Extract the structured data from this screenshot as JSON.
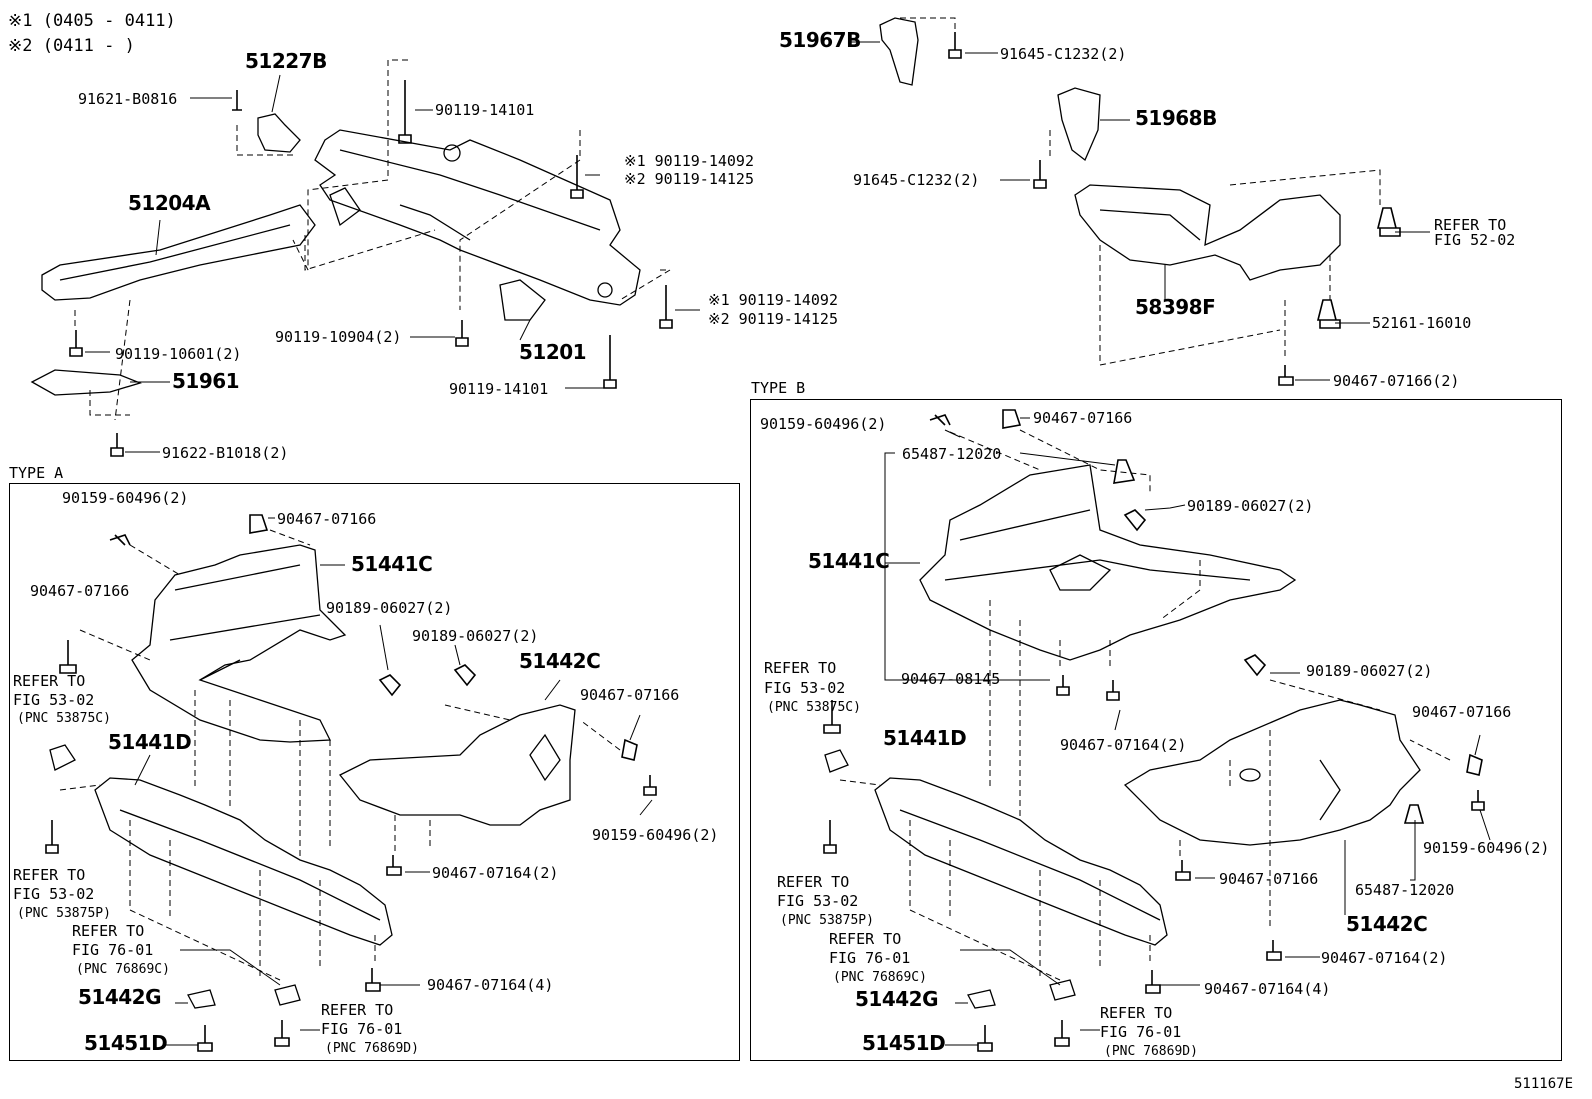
{
  "legend": {
    "n1": "※1  (0405 - 0411)",
    "n2": "※2  (0411 -     )"
  },
  "top_left": {
    "p51227B": "51227B",
    "p91621": "91621-B0816",
    "p90119_14101a": "90119-14101",
    "p_n1_14092a": "※1  90119-14092",
    "p_n2_14125a": "※2  90119-14125",
    "p51204A": "51204A",
    "p90119_10601": "90119-10601(2)",
    "p51961": "51961",
    "p91622": "91622-B1018(2)",
    "p90119_10904": "90119-10904(2)",
    "p51201": "51201",
    "p_n1_14092b": "※1  90119-14092",
    "p_n2_14125b": "※2  90119-14125",
    "p90119_14101b": "90119-14101"
  },
  "top_right": {
    "p51967B": "51967B",
    "p91645a": "91645-C1232(2)",
    "p51968B": "51968B",
    "p91645b": "91645-C1232(2)",
    "refer1": "REFER TO",
    "refer2": "FIG 52-02",
    "p58398F": "58398F",
    "p52161": "52161-16010",
    "p90467_07166": "90467-07166(2)"
  },
  "type_a": {
    "title": "TYPE A",
    "p90159": "90159-60496(2)",
    "p90467a": "90467-07166",
    "p51441C": "51441C",
    "p90467b": "90467-07166",
    "p90189a": "90189-06027(2)",
    "p90189b": "90189-06027(2)",
    "p51442C": "51442C",
    "p90467c": "90467-07166",
    "ref1a": "REFER TO",
    "ref1b": "FIG 53-02",
    "ref1c": "(PNC 53875C)",
    "p51441D": "51441D",
    "p90159b": "90159-60496(2)",
    "p90467_07164": "90467-07164(2)",
    "ref2a": "REFER TO",
    "ref2b": "FIG 53-02",
    "ref2c": "(PNC 53875P)",
    "ref3a": "REFER TO",
    "ref3b": "FIG 76-01",
    "ref3c": "(PNC 76869C)",
    "p90467_4": "90467-07164(4)",
    "p51442G": "51442G",
    "ref4a": "REFER TO",
    "ref4b": "FIG 76-01",
    "ref4c": "(PNC 76869D)",
    "p51451D": "51451D"
  },
  "type_b": {
    "title": "TYPE B",
    "p90159": "90159-60496(2)",
    "p90467a": "90467-07166",
    "p65487a": "65487-12020",
    "p90189a": "90189-06027(2)",
    "p51441C": "51441C",
    "ref1a": "REFER TO",
    "ref1b": "FIG 53-02",
    "ref1c": "(PNC 53875C)",
    "p90467_08145": "90467-08145",
    "p90467_07164": "90467-07164(2)",
    "p90189b": "90189-06027(2)",
    "p90467b": "90467-07166",
    "p51441D": "51441D",
    "p90159b": "90159-60496(2)",
    "p90467c": "90467-07166",
    "p65487b": "65487-12020",
    "ref2a": "REFER TO",
    "ref2b": "FIG 53-02",
    "ref2c": "(PNC 53875P)",
    "p51442C": "51442C",
    "ref3a": "REFER TO",
    "ref3b": "FIG 76-01",
    "ref3c": "(PNC 76869C)",
    "p90467_2": "90467-07164(2)",
    "p51442G": "51442G",
    "p90467_4": "90467-07164(4)",
    "ref4a": "REFER TO",
    "ref4b": "FIG 76-01",
    "ref4c": "(PNC 76869D)",
    "p51451D": "51451D"
  },
  "figure_id": "511167E"
}
